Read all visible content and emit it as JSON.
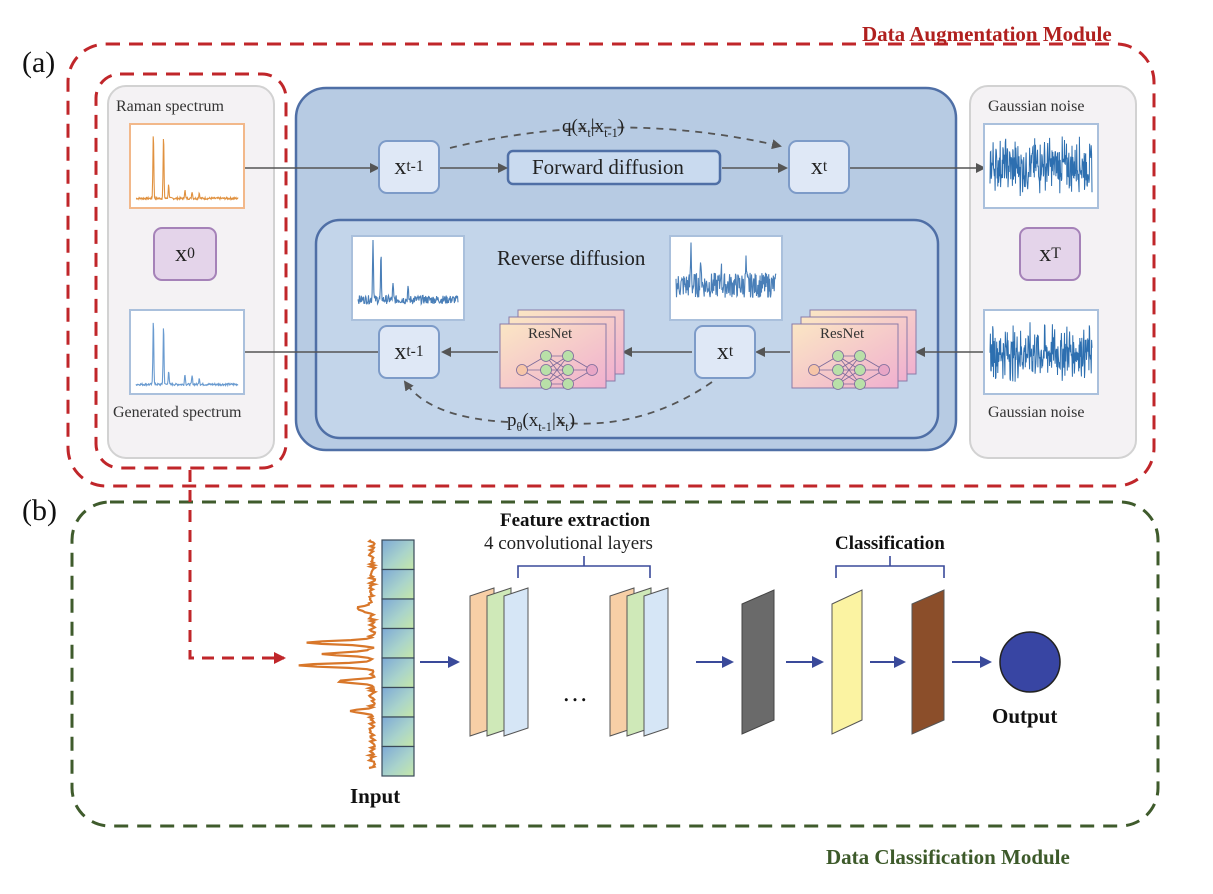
{
  "panel_a": {
    "label": "(a)",
    "module_title": "Data Augmentation Module",
    "raman_label": "Raman spectrum",
    "x0_base": "x",
    "x0_sub": "0",
    "generated_label": "Generated spectrum",
    "gaussian_top_label": "Gaussian noise",
    "gaussian_bottom_label": "Gaussian noise",
    "xT_base": "x",
    "xT_sub": "T",
    "q_formula": {
      "pre": "q(x",
      "s1": "t",
      "mid": "|x",
      "s2": "t-1",
      "post": ")"
    },
    "xt1_base": "x",
    "xt1_sub": "t-1",
    "forward_label": "Forward diffusion",
    "xt_base": "x",
    "xt_sub": "t",
    "reverse_label": "Reverse diffusion",
    "resnet_label_1": "ResNet",
    "resnet_label_2": "ResNet",
    "rev_xt1_base": "x",
    "rev_xt1_sub": "t-1",
    "rev_xt_base": "x",
    "rev_xt_sub": "t",
    "p_formula": {
      "pre": "p",
      "theta": "θ",
      "mid": "(x",
      "s1": "t-1",
      "mid2": "|x",
      "s2": "t",
      "post": ")"
    }
  },
  "panel_b": {
    "label": "(b)",
    "module_title": "Data Classification Module",
    "feature_title": "Feature extraction",
    "feature_sub": "4 convolutional layers",
    "ellipsis": "…",
    "classification_title": "Classification",
    "input_label": "Input",
    "output_label": "Output"
  },
  "colors": {
    "aug_border": "#c0262a",
    "cls_border": "#3f5b2c",
    "diffusion_bg": "#b7cbe3",
    "orange_layer": "#f7cfa6",
    "green_layer": "#cfe9b8",
    "blue_layer": "#d6e6f6",
    "dark_layer": "#6a6a6a",
    "yellow_layer": "#fbf3a2",
    "brown_layer": "#8b4e2a",
    "output_circle": "#3845a3"
  }
}
